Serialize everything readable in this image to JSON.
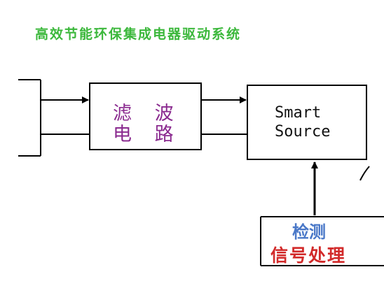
{
  "title": "高效节能环保集成电器驱动系统",
  "blocks": {
    "filter_circuit": {
      "line1": "滤 波",
      "line2": "电 路"
    },
    "smart_source": {
      "line1": "Smart",
      "line2": "Source"
    },
    "detection": {
      "line1": "检测",
      "line2": "信号处理"
    }
  },
  "colors": {
    "title": "#3cb83c",
    "filter_text": "#8a2a8f",
    "detect_text": "#4a78c8",
    "signal_text": "#d22a2a",
    "lines": "#000000"
  }
}
